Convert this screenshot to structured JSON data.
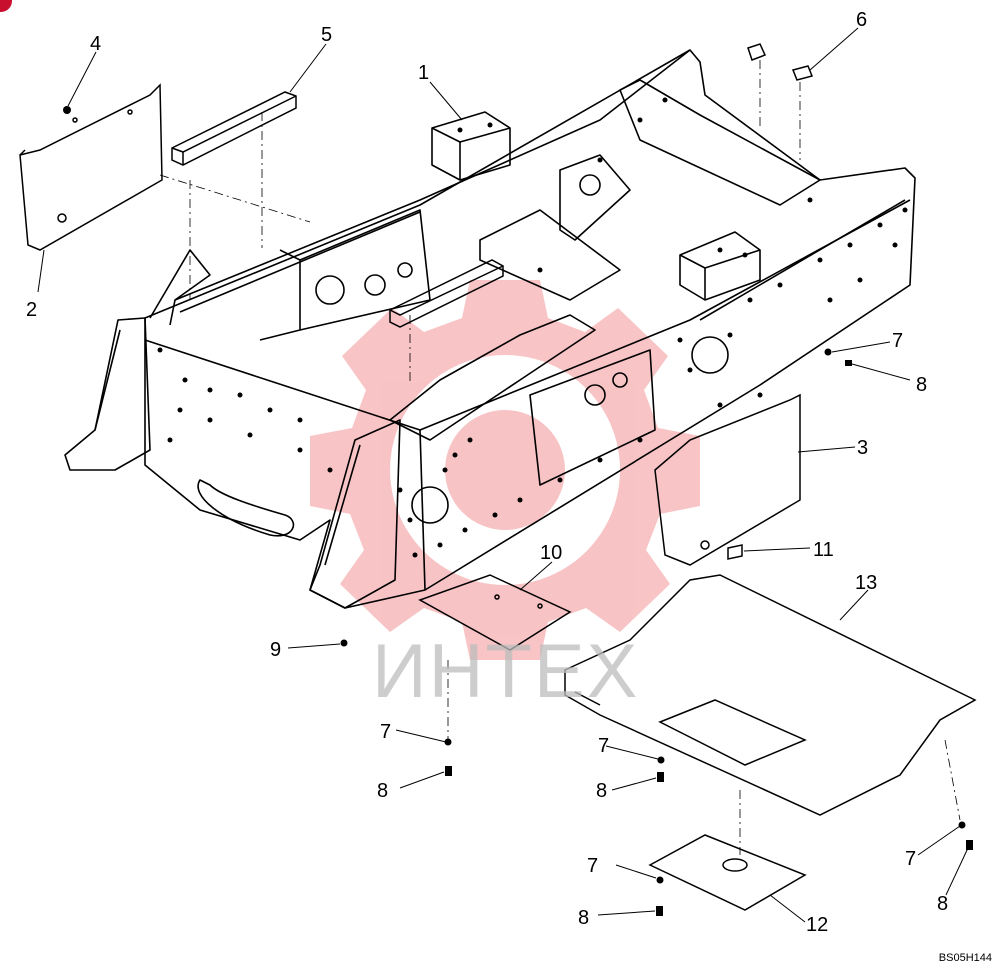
{
  "diagram": {
    "drawing_code": "BS05H144",
    "watermark_text": "ИНТЕХ",
    "colors": {
      "line": "#000000",
      "watermark_logo": "#e8474c",
      "watermark_text": "#bdbdbd",
      "badge": "#c8102e"
    },
    "callouts": [
      {
        "label": "1"
      },
      {
        "label": "2"
      },
      {
        "label": "3"
      },
      {
        "label": "4"
      },
      {
        "label": "5"
      },
      {
        "label": "6"
      },
      {
        "label": "7"
      },
      {
        "label": "7"
      },
      {
        "label": "7"
      },
      {
        "label": "7"
      },
      {
        "label": "7"
      },
      {
        "label": "8"
      },
      {
        "label": "8"
      },
      {
        "label": "8"
      },
      {
        "label": "8"
      },
      {
        "label": "8"
      },
      {
        "label": "9"
      },
      {
        "label": "10"
      },
      {
        "label": "11"
      },
      {
        "label": "12"
      },
      {
        "label": "13"
      }
    ]
  }
}
